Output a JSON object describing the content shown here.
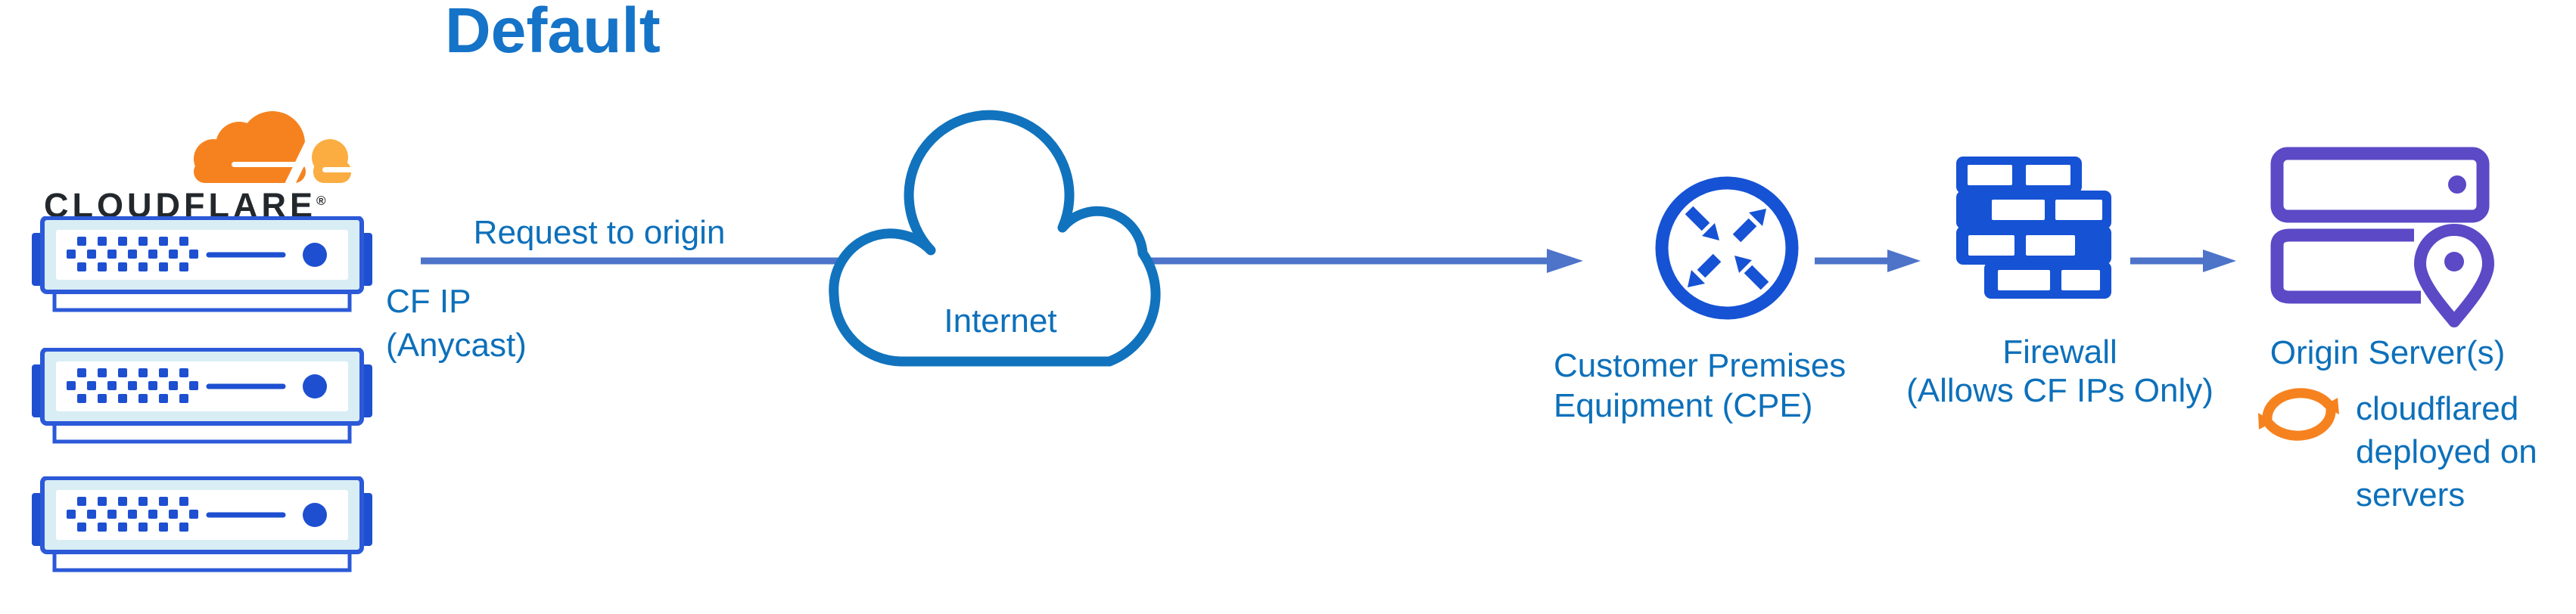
{
  "page": {
    "title": "Default"
  },
  "brand": {
    "wordmark": "CLOUDFLARE",
    "registered_mark": "®"
  },
  "flow": {
    "request_label": "Request to origin",
    "cf_ip_label_line1": "CF IP",
    "cf_ip_label_line2": "(Anycast)"
  },
  "nodes": {
    "cloudflare_edge": {
      "icon": "server-rack-icon",
      "server_count": 3
    },
    "internet": {
      "icon": "cloud-icon",
      "label": "Internet"
    },
    "cpe": {
      "icon": "router-icon",
      "label_line1": "Customer Premises",
      "label_line2": "Equipment (CPE)"
    },
    "firewall": {
      "icon": "brick-wall-icon",
      "label_line1": "Firewall",
      "label_line2": "(Allows CF IPs Only)"
    },
    "origin": {
      "icon": "origin-server-location-icon",
      "label": "Origin Server(s)"
    },
    "cloudflared": {
      "icon": "sync-icon",
      "note_line1": "cloudflared",
      "note_line2": "deployed on",
      "note_line3": "servers"
    }
  },
  "edges": [
    {
      "from": "cloudflare_edge",
      "to": "cpe",
      "via": "internet",
      "label": "Request to origin"
    },
    {
      "from": "cpe",
      "to": "firewall"
    },
    {
      "from": "firewall",
      "to": "origin"
    }
  ],
  "colors": {
    "title_blue": "#1573C8",
    "label_blue": "#0D70BA",
    "arrow_blue": "#4D74C9",
    "icon_blue": "#1652D4",
    "server_border_blue": "#2B59D8",
    "server_fill_blue": "#1D4FD0",
    "server_bezel": "#D9EDF4",
    "cloud_blue": "#1173BD",
    "origin_purple": "#5B49C6",
    "cf_orange": "#F6821F",
    "cf_orange_light": "#FBAD41",
    "wordmark_black": "#23282D"
  }
}
